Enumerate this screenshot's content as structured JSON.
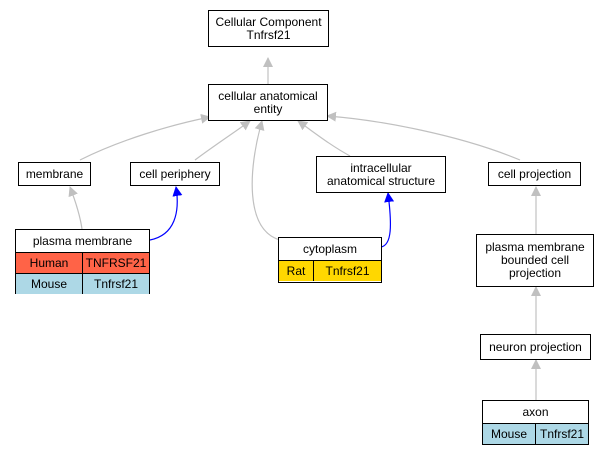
{
  "nodes": {
    "root": "Cellular Component\nTnfrsf21",
    "cae": "cellular anatomical\nentity",
    "membrane": "membrane",
    "periphery": "cell periphery",
    "intracellular": "intracellular\nanatomical structure",
    "projection": "cell projection",
    "pm": "plasma membrane",
    "cytoplasm": "cytoplasm",
    "pmbcp": "plasma membrane\nbounded cell\nprojection",
    "neuron": "neuron projection",
    "axon": "axon"
  },
  "annotations": {
    "pm": [
      {
        "species": "Human",
        "gene": "TNFRSF21",
        "color": "#ff6347"
      },
      {
        "species": "Mouse",
        "gene": "Tnfrsf21",
        "color": "#add8e6"
      }
    ],
    "cytoplasm": [
      {
        "species": "Rat",
        "gene": "Tnfrsf21",
        "color": "#ffd700"
      }
    ],
    "axon": [
      {
        "species": "Mouse",
        "gene": "Tnfrsf21",
        "color": "#add8e6"
      }
    ]
  },
  "colors": {
    "is_a_edge": "#c0c0c0",
    "part_of_edge": "#0000ff"
  }
}
